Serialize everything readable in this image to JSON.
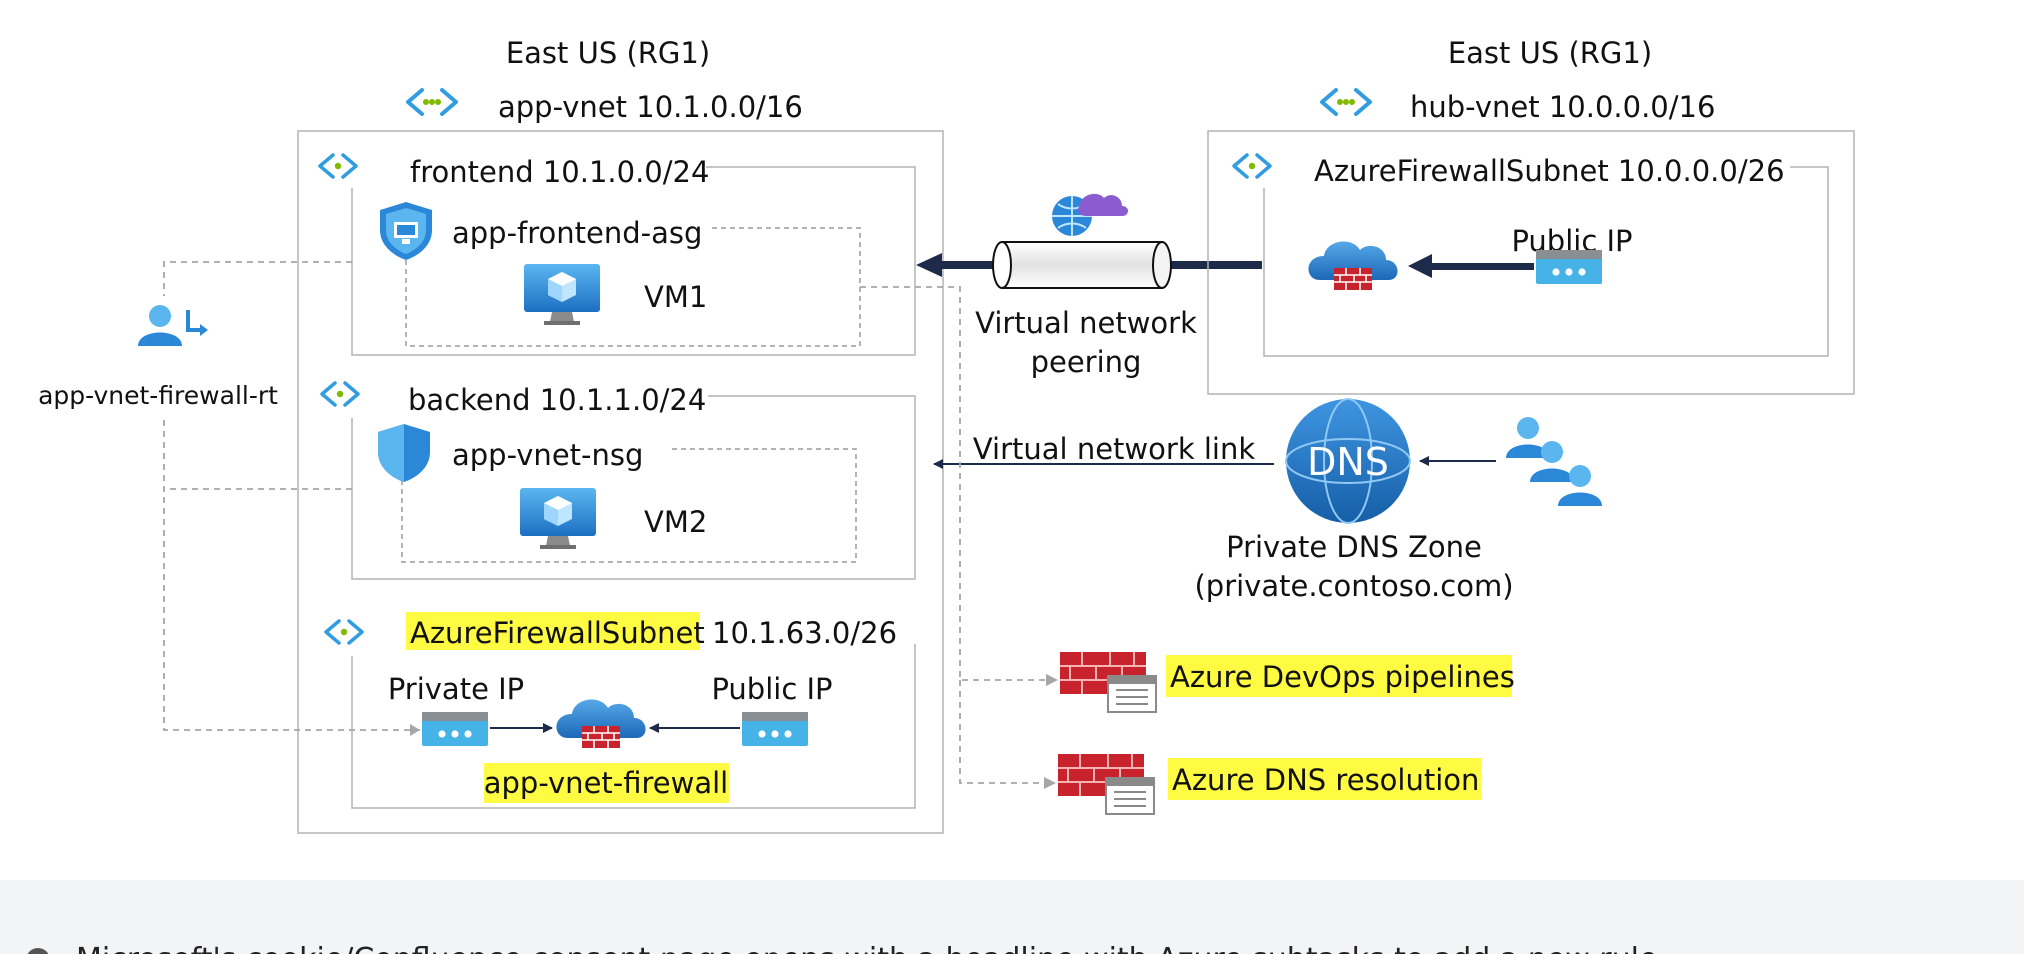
{
  "colors": {
    "vnet_chevron": "#2f9de0",
    "vnet_dot": "#7fba00",
    "azure_blue": "#2b88d8",
    "firewall_red": "#c8232c",
    "highlight": "#fffb43",
    "dashed_line": "#a6a6a6",
    "arrow_dark": "#1e2a4a"
  },
  "left_region": {
    "region": "East US (RG1)",
    "vnet": "app-vnet 10.1.0.0/16",
    "frontend_subnet": "frontend 10.1.0.0/24",
    "frontend_asg": "app-frontend-asg",
    "vm1": "VM1",
    "backend_subnet": "backend 10.1.1.0/24",
    "backend_nsg": "app-vnet-nsg",
    "vm2": "VM2",
    "firewall_subnet_name": "AzureFirewallSubnet",
    "firewall_subnet_cidr": "10.1.63.0/26",
    "private_ip": "Private IP",
    "public_ip": "Public IP",
    "firewall": "app-vnet-firewall"
  },
  "route_table": {
    "label": "app-vnet-firewall-rt"
  },
  "right_region": {
    "region": "East US (RG1)",
    "vnet": "hub-vnet 10.0.0.0/16",
    "firewall_subnet": "AzureFirewallSubnet 10.0.0.0/26",
    "public_ip": "Public IP"
  },
  "peering": {
    "line1": "Virtual network",
    "line2": "peering"
  },
  "dns": {
    "link": "Virtual network link",
    "icon_text": "DNS",
    "zone_line1": "Private DNS Zone",
    "zone_line2": "(private.contoso.com)"
  },
  "rules": {
    "devops": "Azure DevOps pipelines",
    "dns_resolution": "Azure DNS resolution"
  },
  "footer": {
    "text": "Microsoft's cookie/Confluence consent page opens with a headline with Azure subtasks to add a new rule"
  }
}
